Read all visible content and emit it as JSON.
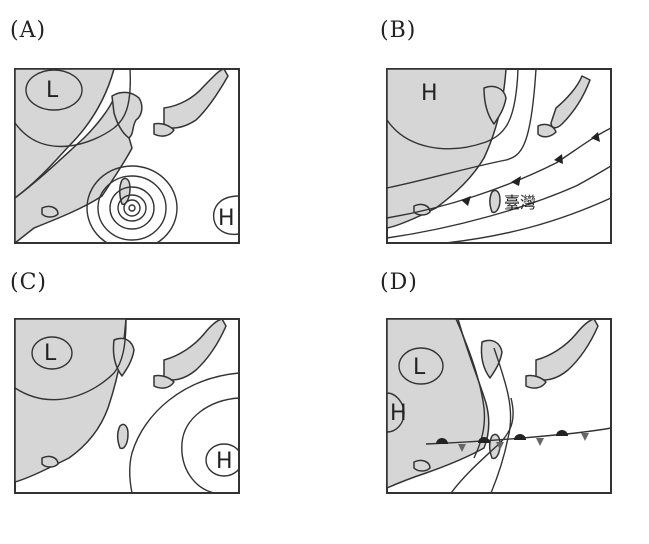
{
  "panels": [
    {
      "label": "(A)",
      "pressure_labels": [
        "L",
        "H"
      ]
    },
    {
      "label": "(B)",
      "pressure_labels": [
        "H"
      ],
      "place_label": "臺灣"
    },
    {
      "label": "(C)",
      "pressure_labels": [
        "L",
        "H"
      ]
    },
    {
      "label": "(D)",
      "pressure_labels": [
        "L",
        "H"
      ]
    }
  ]
}
